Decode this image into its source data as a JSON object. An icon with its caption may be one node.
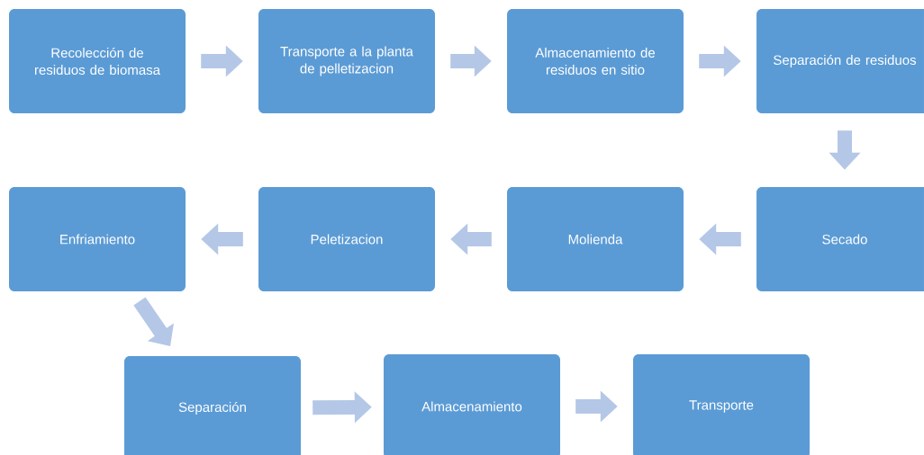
{
  "diagram": {
    "nodes": [
      {
        "text": [
          "Recolección de residuos de biomasa"
        ]
      },
      {
        "text": [
          "Transporte a la planta de pelletizacion"
        ]
      },
      {
        "text": [
          "Almacenamiento de residuos en sitio"
        ]
      },
      {
        "text": [
          "Separación de residuos"
        ]
      },
      {
        "text": [
          "Secado"
        ]
      },
      {
        "text": [
          "Molienda"
        ]
      },
      {
        "text": [
          "Peletizacion"
        ]
      },
      {
        "text": [
          "Enfriamiento"
        ]
      },
      {
        "text": [
          "Separación"
        ]
      },
      {
        "text": [
          "Almacenamiento"
        ]
      },
      {
        "text": [
          "Transporte"
        ]
      }
    ],
    "edges": [
      {
        "from": 0,
        "to": 1,
        "arrow": "to"
      },
      {
        "from": 1,
        "to": 2,
        "arrow": "to"
      },
      {
        "from": 2,
        "to": 3,
        "arrow": "to"
      },
      {
        "from": 3,
        "to": 4,
        "arrow": "to"
      },
      {
        "from": 4,
        "to": 5,
        "arrow": "to"
      },
      {
        "from": 5,
        "to": 6,
        "arrow": "to"
      },
      {
        "from": 6,
        "to": 7,
        "arrow": "to"
      },
      {
        "from": 7,
        "to": 8,
        "arrow": "to"
      },
      {
        "from": 8,
        "to": 9,
        "arrow": "to"
      },
      {
        "from": 9,
        "to": 10,
        "arrow": "to"
      }
    ]
  }
}
